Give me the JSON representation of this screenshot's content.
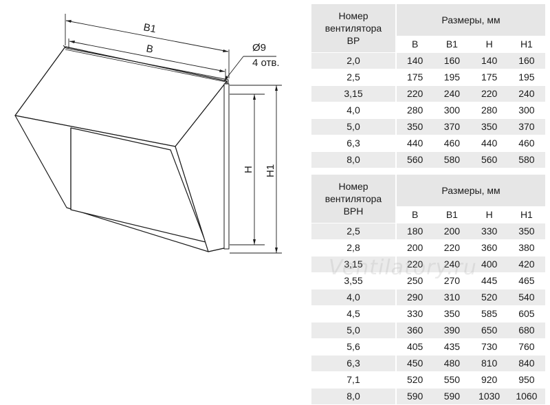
{
  "drawing": {
    "label_b1": "B1",
    "label_b": "B",
    "label_hole_dia": "Ø9",
    "label_holes": "4 отв.",
    "label_h": "H",
    "label_h1": "H1"
  },
  "table_bp": {
    "name_header": [
      "Номер",
      "вентилятора",
      "ВР"
    ],
    "group_header": "Размеры, мм",
    "columns": [
      "B",
      "B1",
      "H",
      "H1"
    ],
    "rows": [
      [
        "2,0",
        "140",
        "160",
        "140",
        "160"
      ],
      [
        "2,5",
        "175",
        "195",
        "175",
        "195"
      ],
      [
        "3,15",
        "220",
        "240",
        "220",
        "240"
      ],
      [
        "4,0",
        "280",
        "300",
        "280",
        "300"
      ],
      [
        "5,0",
        "350",
        "370",
        "350",
        "370"
      ],
      [
        "6,3",
        "440",
        "460",
        "440",
        "460"
      ],
      [
        "8,0",
        "560",
        "580",
        "560",
        "580"
      ]
    ]
  },
  "table_bph": {
    "name_header": [
      "Номер",
      "вентилятора",
      "ВРН"
    ],
    "group_header": "Размеры, мм",
    "columns": [
      "B",
      "B1",
      "H",
      "H1"
    ],
    "rows": [
      [
        "2,5",
        "180",
        "200",
        "330",
        "350"
      ],
      [
        "2,8",
        "200",
        "220",
        "360",
        "380"
      ],
      [
        "3,15",
        "220",
        "240",
        "400",
        "420"
      ],
      [
        "3,55",
        "250",
        "270",
        "445",
        "465"
      ],
      [
        "4,0",
        "290",
        "310",
        "520",
        "540"
      ],
      [
        "4,5",
        "330",
        "350",
        "585",
        "605"
      ],
      [
        "5,0",
        "360",
        "390",
        "650",
        "680"
      ],
      [
        "5,6",
        "405",
        "435",
        "730",
        "760"
      ],
      [
        "6,3",
        "450",
        "480",
        "810",
        "840"
      ],
      [
        "7,1",
        "520",
        "550",
        "920",
        "950"
      ],
      [
        "8,0",
        "590",
        "590",
        "1030",
        "1060"
      ]
    ]
  },
  "watermark": "Ventilatory.ru"
}
